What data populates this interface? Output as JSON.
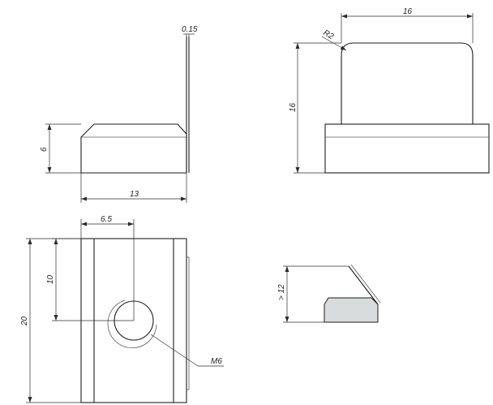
{
  "dimensions": {
    "top_left_width": "13",
    "top_left_height": "6",
    "top_left_thickness": "0.15",
    "top_right_width": "16",
    "top_right_height": "16",
    "top_right_radius": "R2",
    "bottom_left_offset_x": "6.5",
    "bottom_left_offset_y": "10",
    "bottom_left_height": "20",
    "thread": "M6",
    "bottom_right_min": "> 12"
  },
  "colors": {
    "line": "#1e1e1e",
    "fill_gray": "#d9dcdc"
  }
}
